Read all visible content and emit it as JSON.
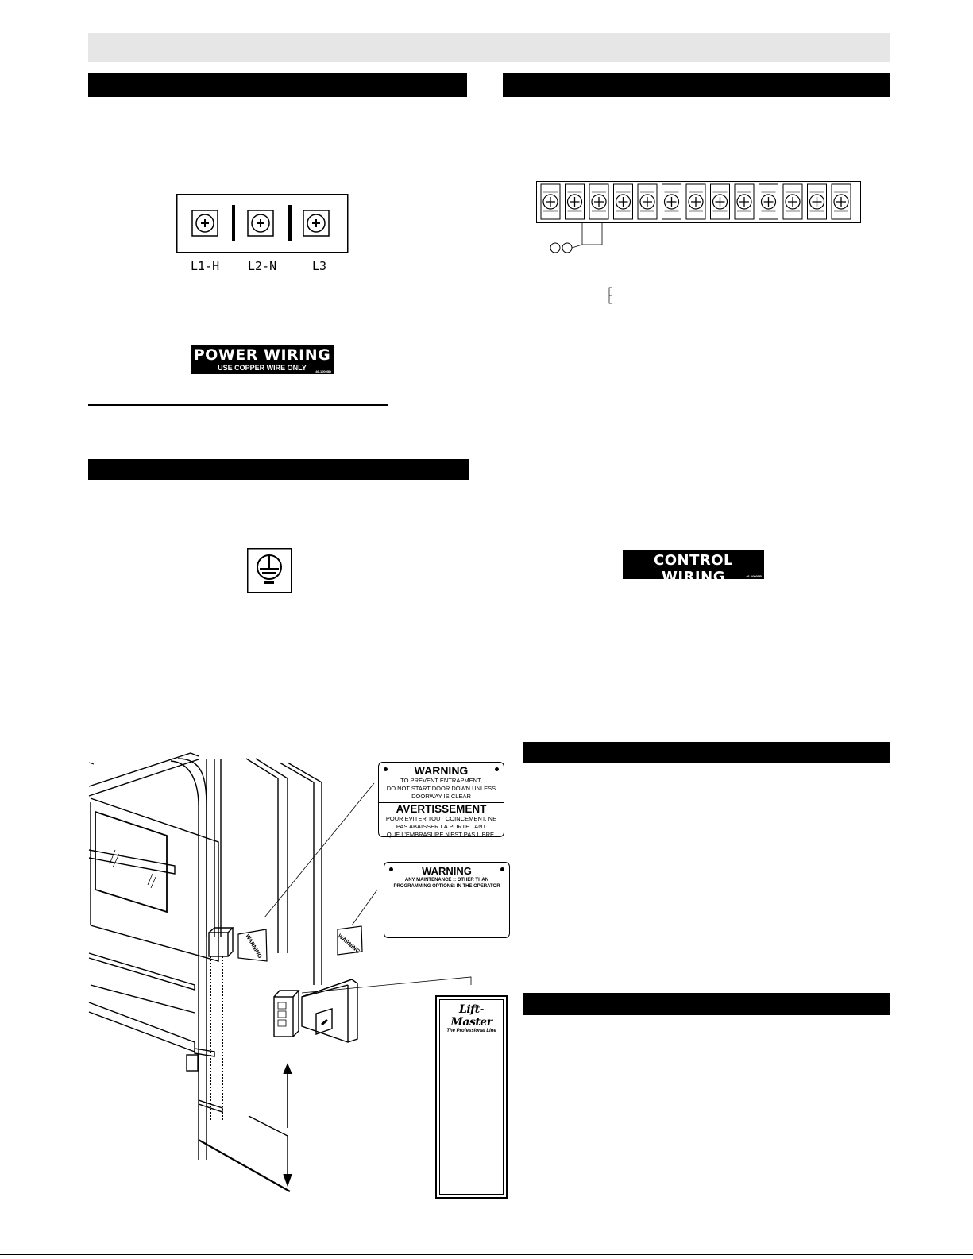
{
  "power_wiring_label": {
    "title": "POWER WIRING",
    "subtitle": "USE COPPER WIRE ONLY",
    "code": "46-10005D"
  },
  "control_wiring_label": {
    "title": "CONTROL WIRING",
    "subtitle": "USE COPPER WIRE ONLY",
    "code": "46-10005B"
  },
  "power_terminals": [
    "L1-H",
    "L2-N",
    "L3"
  ],
  "entrapment_warning": {
    "title": "WARNING",
    "lines": [
      "TO PREVENT ENTRAPMENT,",
      "DO NOT START DOOR DOWN UNLESS",
      "DOORWAY IS CLEAR"
    ],
    "fr_title": "AVERTISSEMENT",
    "fr_lines": [
      "POUR EVITER TOUT COINCEMENT, NE",
      "PAS ABAISSER LA PORTE TANT",
      "QUE L'EMBRASURE N'EST PAS LIBRE."
    ]
  },
  "maintenance_warning": {
    "title": "WARNING",
    "lines": [
      "ANY MAINTENANCE :: OTHER THAN",
      "PROGRAMMING OPTIONS: IN THE OPERATOR"
    ]
  },
  "warning_tags": [
    "WARNING",
    "WARNING"
  ],
  "liftmaster_panel": {
    "brand": "Lift-Master",
    "tagline": "The Professional Line"
  },
  "colors": {
    "bar": "#000000",
    "topbar": "#e6e6e6"
  }
}
